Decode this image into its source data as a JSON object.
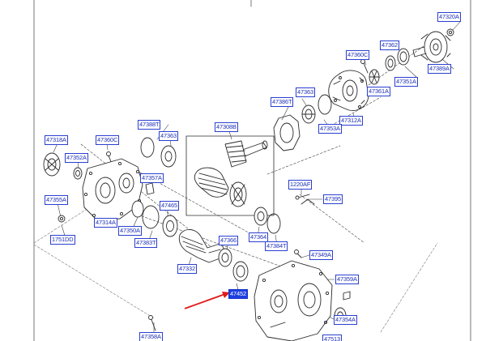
{
  "diagram": {
    "highlighted_part": "47452",
    "colors": {
      "label_border": "#2a3fd0",
      "label_text": "#1d2fb8",
      "highlight_fill": "#1e3fe0",
      "pointer_arrow": "#e01a1a",
      "line_art": "#2b2b2b"
    },
    "part_labels": [
      "47320A",
      "47362",
      "47360C",
      "47389A",
      "47351A",
      "47361A",
      "47363",
      "47386T",
      "47312A",
      "47353A",
      "47308B",
      "47318A",
      "47360C",
      "47388T",
      "47363",
      "47352A",
      "47357A",
      "1220AF",
      "47395",
      "47355A",
      "47465",
      "47314A",
      "47350A",
      "47383T",
      "1751DD",
      "47366",
      "47364",
      "47384T",
      "47332",
      "47349A",
      "47359A",
      "47452",
      "47354A",
      "47358A",
      "47513"
    ]
  }
}
